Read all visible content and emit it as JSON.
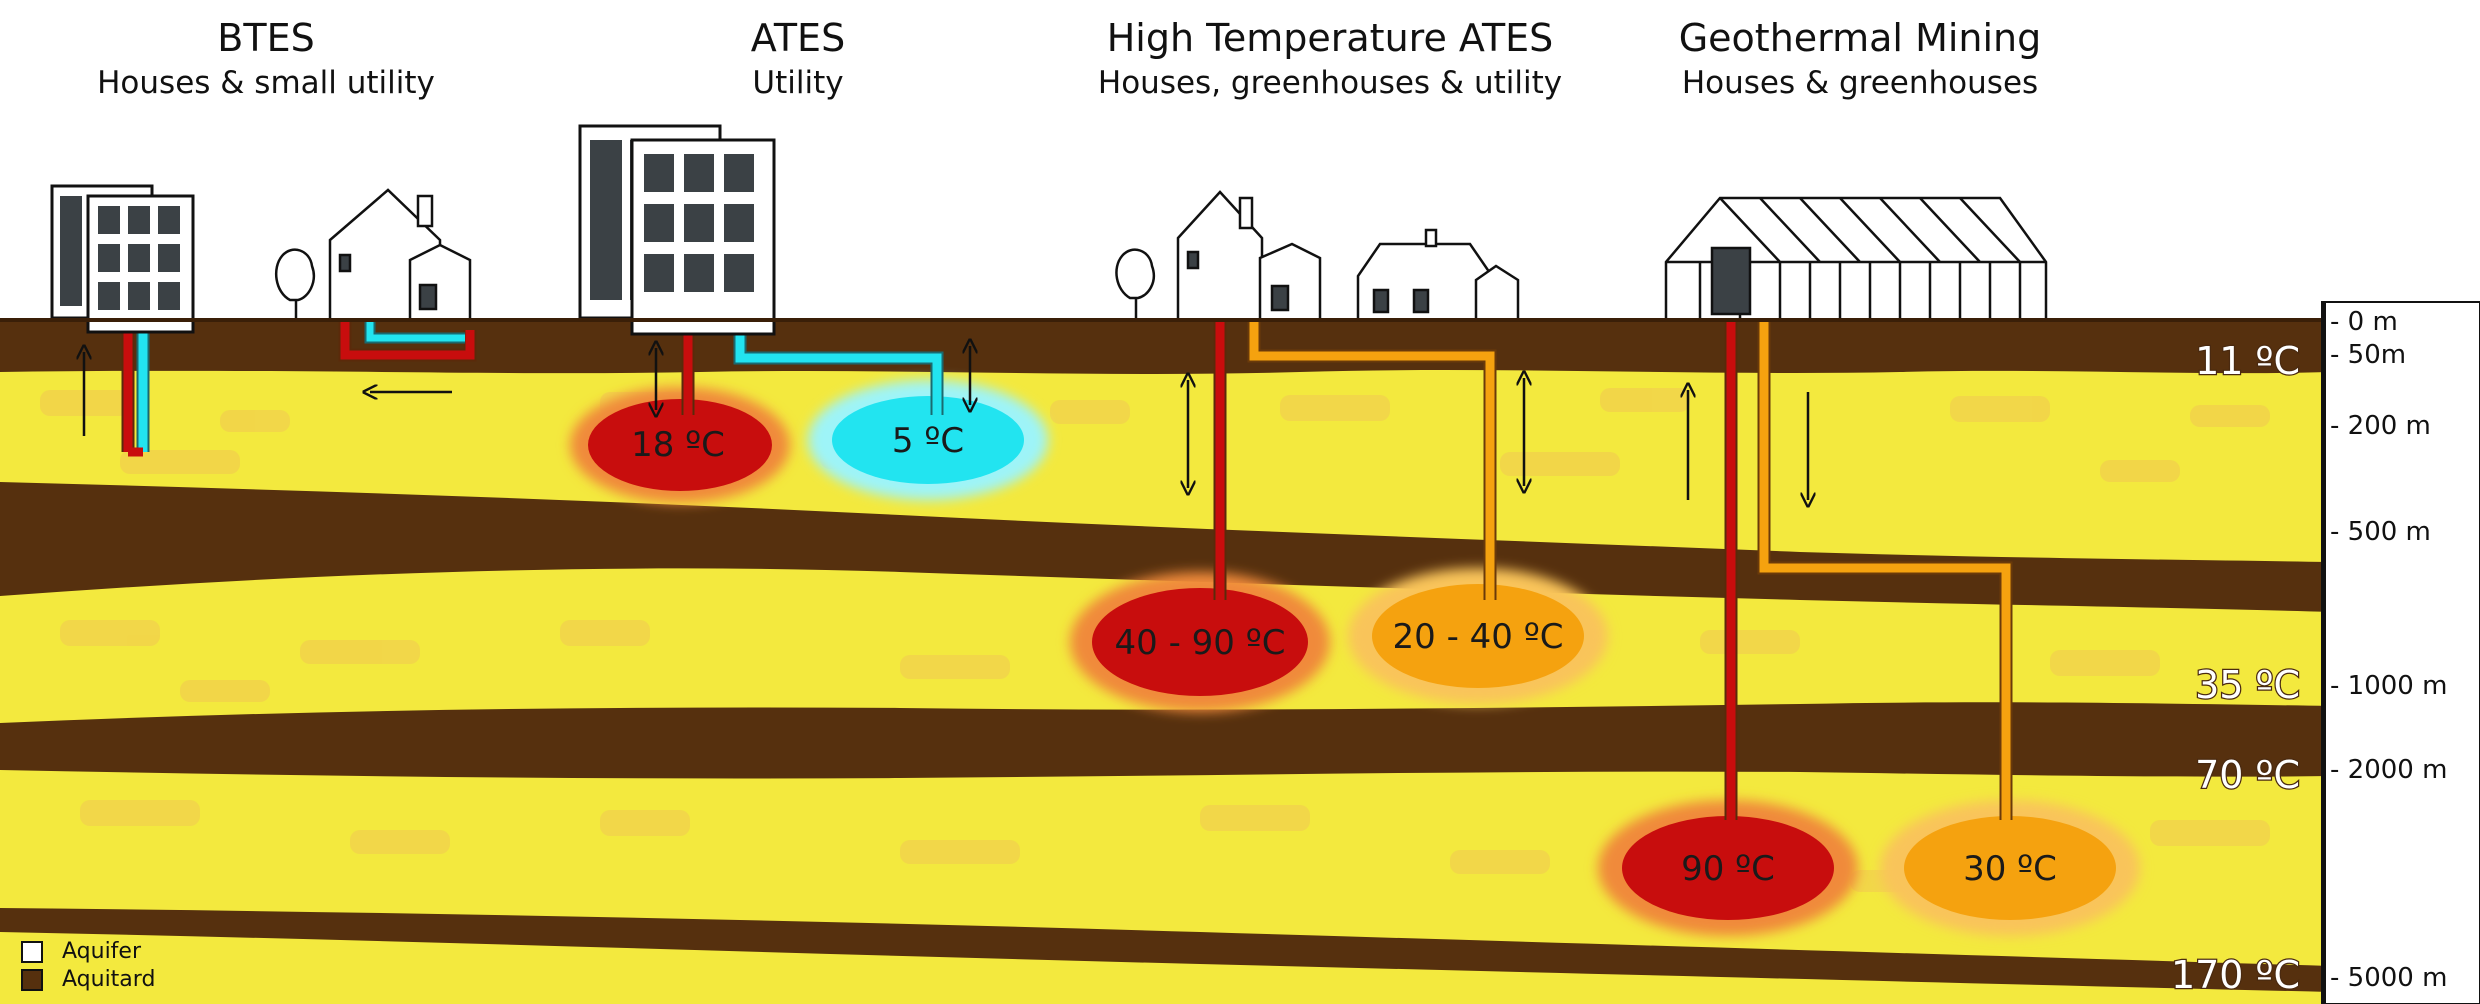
{
  "systems": [
    {
      "title": "BTES",
      "subtitle": "Houses & small utility"
    },
    {
      "title": "ATES",
      "subtitle": "Utility"
    },
    {
      "title": "High Temperature ATES",
      "subtitle": "Houses, greenhouses & utility"
    },
    {
      "title": "Geothermal Mining",
      "subtitle": "Houses & greenhouses"
    }
  ],
  "pools": [
    "18 ºC",
    "5 ºC",
    "40 - 90 ºC",
    "20 - 40 ºC",
    "90 ºC",
    "30 ºC"
  ],
  "temperatures": [
    "11 ºC",
    "35 ºC",
    "70 ºC",
    "170 ºC"
  ],
  "depth_scale": [
    "- 0 m",
    "- 50m",
    "- 200 m",
    "- 500 m",
    "- 1000 m",
    "- 2000 m",
    "- 5000 m"
  ],
  "legend": {
    "aquifer": "Aquifer",
    "aquitard": "Aquitard"
  },
  "colors": {
    "aquifer": "#f3e93e",
    "aquitard": "#56300e",
    "hot": "#c80d0d",
    "warm": "#f5a20f",
    "cold": "#22e4f0"
  }
}
